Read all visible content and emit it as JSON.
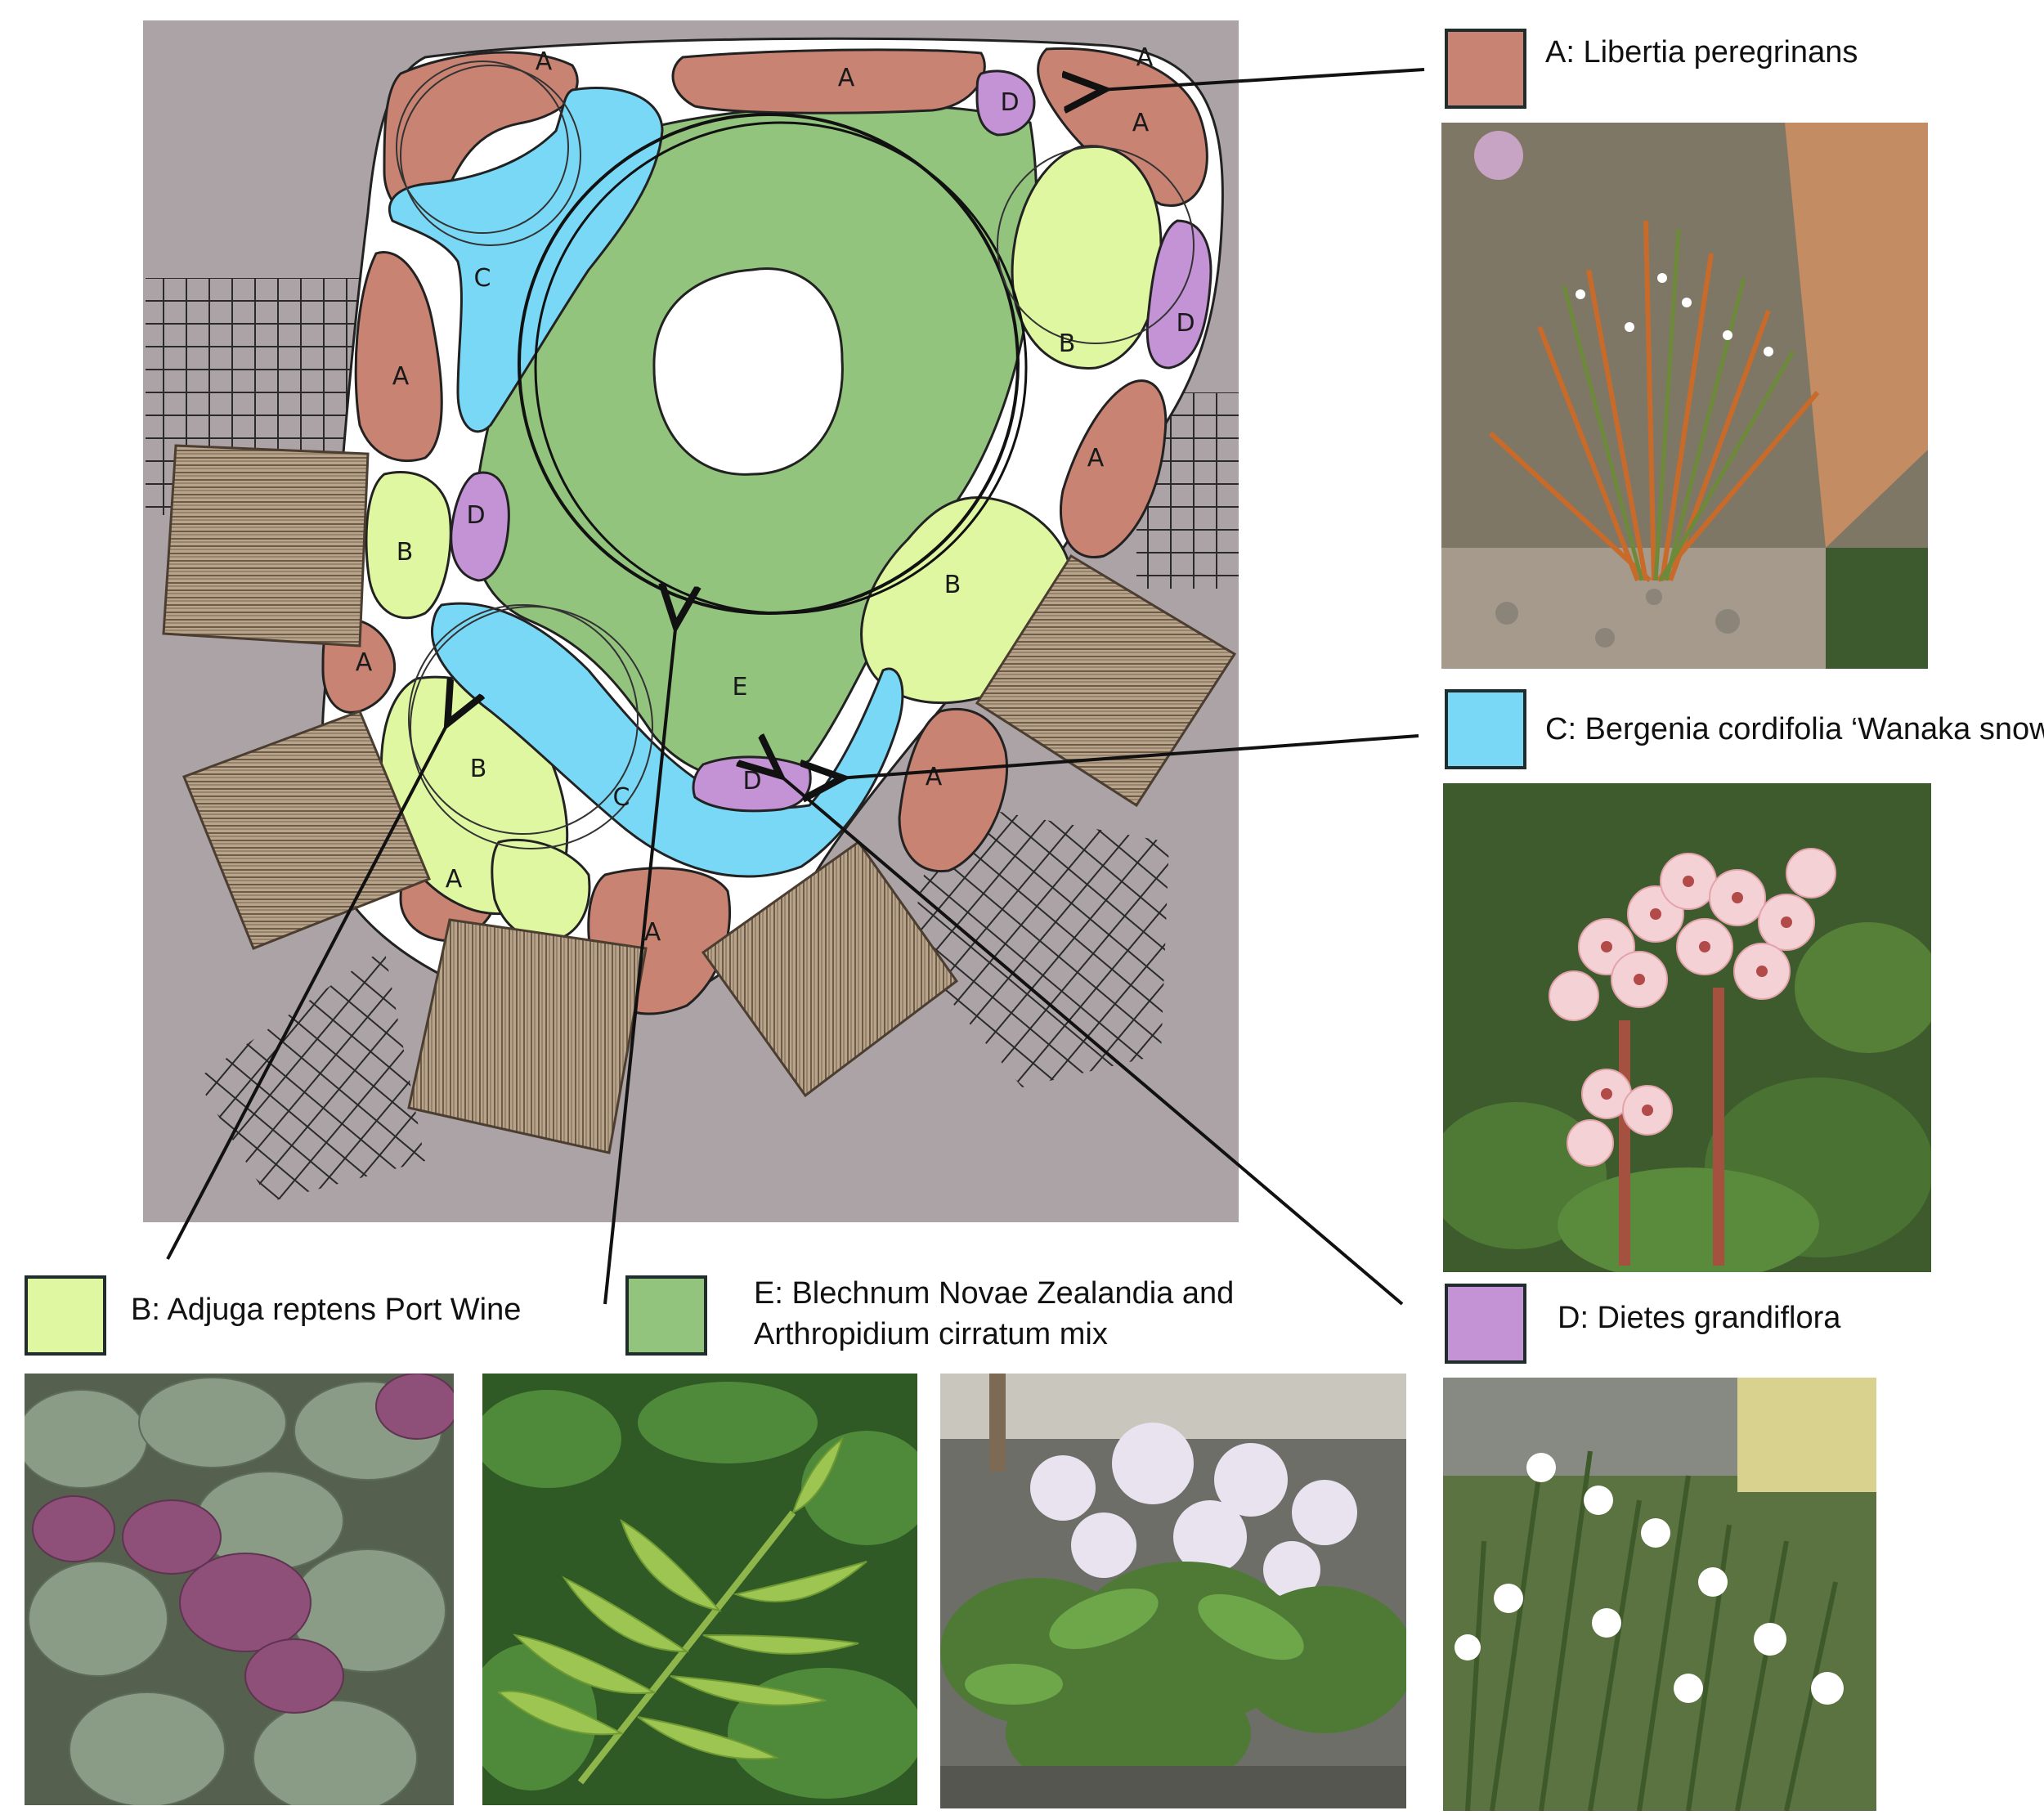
{
  "colors": {
    "A": "#c98372",
    "B": "#e0f7a2",
    "C": "#7ad8f7",
    "D": "#c493d6",
    "E": "#93c47d",
    "ground": "#aba3a6",
    "deck": "#b39f85"
  },
  "legend": {
    "A": {
      "code": "A",
      "label": "A: Libertia peregrinans"
    },
    "B": {
      "code": "B",
      "label": "B: Adjuga reptens Port Wine"
    },
    "C": {
      "code": "C",
      "label": "C: Bergenia cordifolia ‘Wanaka snow’"
    },
    "D": {
      "code": "D",
      "label": "D: Dietes grandiflora"
    },
    "E": {
      "code": "E",
      "label_line1": "E: Blechnum Novae Zealandia and",
      "label_line2": "Arthropidium cirratum mix"
    }
  },
  "plan_letters": [
    "A",
    "A",
    "A",
    "A",
    "A",
    "A",
    "A",
    "A",
    "A",
    "A",
    "B",
    "B",
    "B",
    "B",
    "C",
    "C",
    "D",
    "D",
    "D",
    "D",
    "E"
  ]
}
